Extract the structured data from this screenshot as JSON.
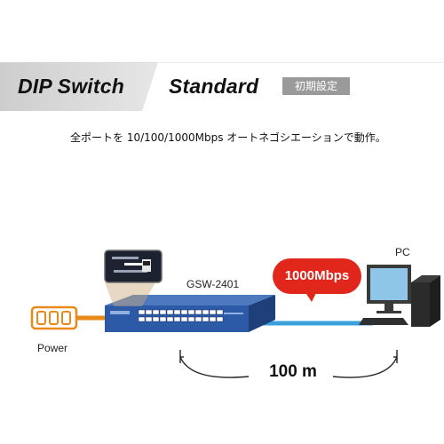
{
  "header": {
    "mode_label": "DIP Switch",
    "mode_value": "Standard",
    "badge": "初期設定"
  },
  "description": "全ポートを 10/100/1000Mbps オートネゴシエーションで動作。",
  "diagram": {
    "switch_model": "GSW-2401",
    "pc_label": "PC",
    "power_label": "Power",
    "speed": "1000Mbps",
    "distance": "100 m"
  },
  "colors": {
    "power_cable": "#e8891a",
    "lan_cable": "#3aa0dc",
    "speed_bubble": "#e1261c",
    "switch_body": "#2d5aa6"
  }
}
